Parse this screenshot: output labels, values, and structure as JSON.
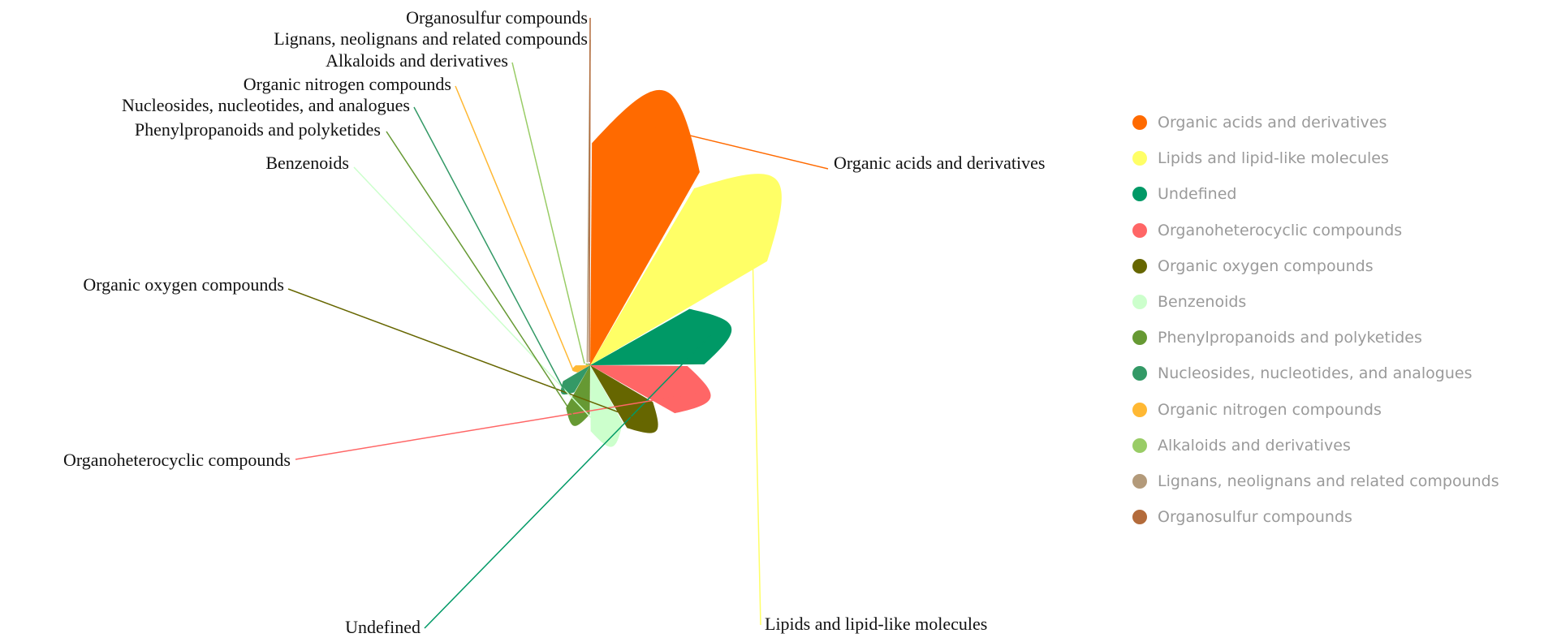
{
  "chart_data": {
    "type": "pie",
    "variant": "rose",
    "rose_type": "radius",
    "start_angle": 0,
    "direction": "clockwise",
    "legend_position": "right",
    "categories": [
      "Organic acids and derivatives",
      "Lipids and lipid-like molecules",
      "Undefined",
      "Organoheterocyclic compounds",
      "Organic oxygen compounds",
      "Benzenoids",
      "Phenylpropanoids and polyketides",
      "Nucleosides, nucleotides, and analogues",
      "Organic nitrogen compounds",
      "Alkaloids and derivatives",
      "Lignans, neolignans and related compounds",
      "Organosulfur compounds"
    ],
    "values": [
      290,
      268,
      149,
      127,
      95,
      86,
      64,
      41,
      19,
      5,
      3,
      2
    ],
    "colors": [
      "#ff6a00",
      "#ffff66",
      "#009966",
      "#ff6666",
      "#666600",
      "#ccffcc",
      "#669933",
      "#339966",
      "#ffb833",
      "#99cc66",
      "#b39a7a",
      "#b36b3b"
    ]
  }
}
